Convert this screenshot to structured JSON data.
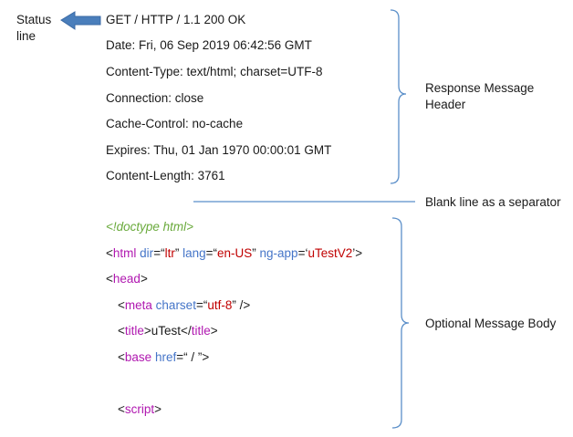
{
  "status_label": "Status line",
  "header_lines": [
    "GET / HTTP / 1.1  200  OK",
    "Date: Fri, 06 Sep 2019 06:42:56 GMT",
    "Content-Type: text/html; charset=UTF-8",
    "Connection: close",
    "Cache-Control: no-cache",
    "Expires: Thu, 01 Jan 1970 00:00:01 GMT",
    "Content-Length: 3761"
  ],
  "labels": {
    "response_header": "Response Message Header",
    "separator": "Blank line as a separator",
    "body": "Optional Message Body"
  },
  "body": {
    "doctype": "<!doctype html>",
    "html_line": [
      {
        "t": "<",
        "c": "punct"
      },
      {
        "t": "html",
        "c": "tag"
      },
      {
        "t": " ",
        "c": "punct"
      },
      {
        "t": "dir",
        "c": "attr"
      },
      {
        "t": "=“",
        "c": "punct"
      },
      {
        "t": "ltr",
        "c": "val"
      },
      {
        "t": "” ",
        "c": "punct"
      },
      {
        "t": "lang",
        "c": "attr"
      },
      {
        "t": "=“",
        "c": "punct"
      },
      {
        "t": "en-US",
        "c": "val"
      },
      {
        "t": "” ",
        "c": "punct"
      },
      {
        "t": "ng-app",
        "c": "attr"
      },
      {
        "t": "=‘",
        "c": "punct"
      },
      {
        "t": "uTestV2",
        "c": "val"
      },
      {
        "t": "’>",
        "c": "punct"
      }
    ],
    "head_line": [
      {
        "t": "<",
        "c": "punct"
      },
      {
        "t": "head",
        "c": "tag"
      },
      {
        "t": ">",
        "c": "punct"
      }
    ],
    "meta_line": [
      {
        "t": "<",
        "c": "punct"
      },
      {
        "t": "meta",
        "c": "tag"
      },
      {
        "t": " ",
        "c": "punct"
      },
      {
        "t": "charset",
        "c": "attr"
      },
      {
        "t": "=“",
        "c": "punct"
      },
      {
        "t": "utf-8",
        "c": "val"
      },
      {
        "t": "” />",
        "c": "punct"
      }
    ],
    "title_line": [
      {
        "t": "<",
        "c": "punct"
      },
      {
        "t": "title",
        "c": "tag"
      },
      {
        "t": ">uTest</",
        "c": "punct"
      },
      {
        "t": "title",
        "c": "tag"
      },
      {
        "t": ">",
        "c": "punct"
      }
    ],
    "base_line": [
      {
        "t": "<",
        "c": "punct"
      },
      {
        "t": "base",
        "c": "tag"
      },
      {
        "t": " ",
        "c": "punct"
      },
      {
        "t": "href",
        "c": "attr"
      },
      {
        "t": "=“ / ”>",
        "c": "punct"
      }
    ],
    "script_line": [
      {
        "t": "<",
        "c": "punct"
      },
      {
        "t": "script",
        "c": "tag"
      },
      {
        "t": ">",
        "c": "punct"
      }
    ]
  },
  "colors": {
    "arrow_fill": "#4a7ebb",
    "bracket": "#5b8fc9",
    "separator_line": "#5b8fc9",
    "doctype": "#6aaa3c",
    "tag": "#b018b0",
    "attr": "#4575c8",
    "val": "#c00000",
    "punct": "#1a1a1a"
  }
}
